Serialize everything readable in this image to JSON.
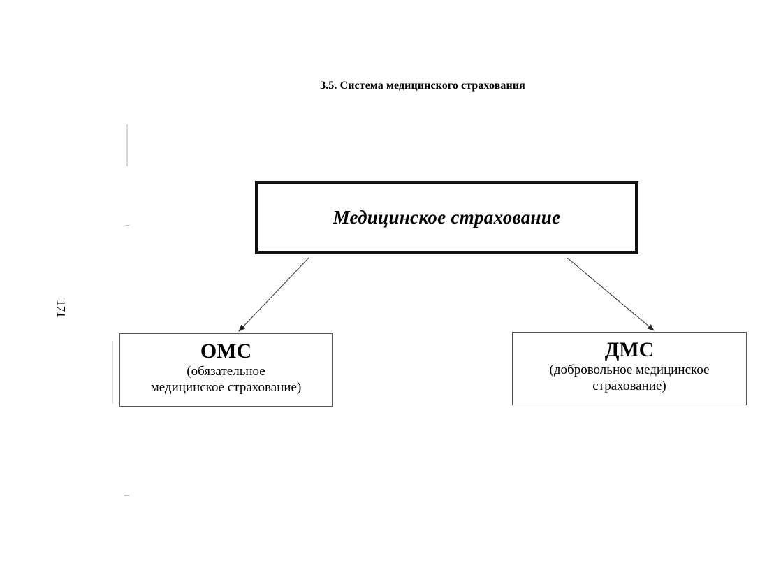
{
  "title": "3.5. Система медицинского страхования",
  "page_number": "171",
  "diagram": {
    "root": {
      "label": "Медицинское страхование"
    },
    "children": [
      {
        "heading": "ОМС",
        "line1": "(обязательное",
        "line2": "медицинское страхование)"
      },
      {
        "heading": "ДМС",
        "line1": "(добровольное медицинское",
        "line2": "страхование)"
      }
    ]
  }
}
